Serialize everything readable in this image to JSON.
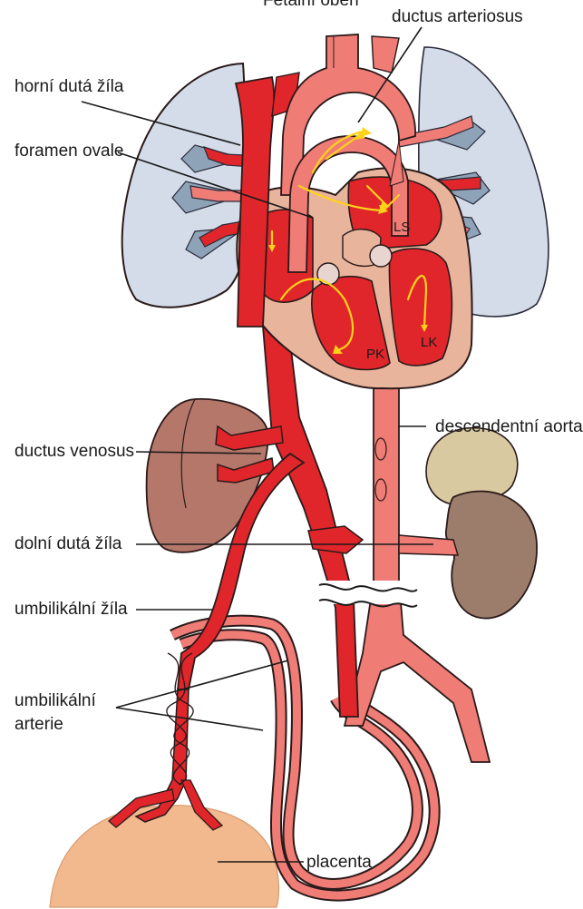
{
  "labels": {
    "top": "Fetální oběh",
    "ductus_arteriosus": "ductus arteriosus",
    "horni_duta_zila": "horní dutá žíla",
    "foramen_ovale": "foramen ovale",
    "ductus_venosus": "ductus venosus",
    "descendentni_aorta": "descendentní aorta",
    "dolni_duta_zila": "dolní dutá žíla",
    "umbilikalni_zila": "umbilikální žíla",
    "umbilikalni_arterie_1": "umbilikální",
    "umbilikalni_arterie_2": "arterie",
    "placenta": "placenta"
  },
  "chambers": {
    "ls": "LS",
    "pk": "PK",
    "lk": "LK"
  },
  "colors": {
    "vein_red": "#e0262a",
    "artery_pink": "#f07c76",
    "lung": "#d3dce8",
    "heart_outer": "#e8b49c",
    "liver": "#b5776a",
    "kidney": "#9c7c6a",
    "adrenal": "#d9c9a0",
    "placenta": "#f2b98e",
    "flow_arrow": "#ffd21a"
  }
}
